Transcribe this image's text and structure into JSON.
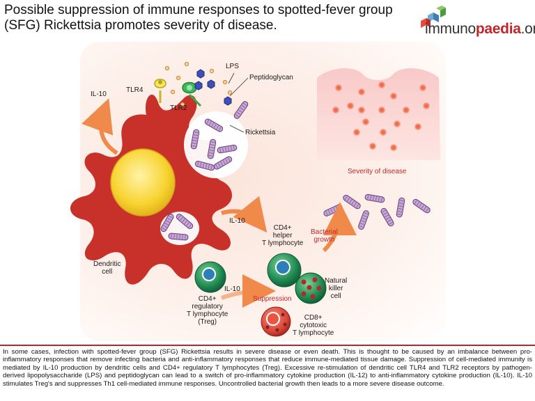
{
  "title": "Possible suppression of immune responses to spotted-fever group (SFG) Rickettsia promotes severity of disease.",
  "logo": {
    "prefix": "immuno",
    "accent": "paedia",
    "suffix": ".org"
  },
  "labels": {
    "il10_top": "IL-10",
    "tlr4": "TLR4",
    "tlr2": "TLR2",
    "lps": "LPS",
    "peptidoglycan": "Peptidoglycan",
    "rickettsia": "Rickettsia",
    "severity": "Severity of disease",
    "il10_mid": "IL-10",
    "cd4_helper": [
      "CD4+",
      "helper",
      "T lymphocyte"
    ],
    "bacterial_growth": [
      "Bacterial",
      "growth"
    ],
    "dendritic_cell": [
      "Dendritic",
      "cell"
    ],
    "nk_cell": [
      "Natural",
      "killer",
      "cell"
    ],
    "il10_low": "IL-10",
    "suppression": "Suppression",
    "treg": [
      "CD4+",
      "regulatory",
      "T lymphocyte",
      "(Treg)"
    ],
    "cd8": [
      "CD8+",
      "cytotoxic",
      "T lymphocyte"
    ]
  },
  "caption": "In some cases, infection with spotted-fever group (SFG) Rickettsia results in severe disease or even death. This is thought to be caused by an imbalance between pro-inflammatory responses that remove infecting bacteria and anti-inflammatory responses that reduce immune-mediated tissue damage. Suppression of cell-mediated immunity is mediated by IL-10 production by dendritic cells and CD4+ regulatory T lymphocytes (Treg). Excessive re-stimulation of dendritic cell TLR4 and TLR2 receptors by pathogen-derived lipopolysaccharide (LPS) and peptidoglycan can lead to a switch of pro-inflammatory cytokine production (IL-12) to anti-inflammatory cytokine production (IL-10). IL-10 stimulates Treg's and suppresses Th1 cell-mediated immune responses. Uncontrolled bacterial growth then leads to a more severe disease outcome.",
  "colors": {
    "dendritic": "#c8302a",
    "nucleus": "#f8d431",
    "arrow": "#ef8a4b",
    "accent_red": "#c0272d",
    "green_cell": "#1f8a52",
    "rickettsia": "#c9a6d6"
  },
  "icons": [
    "immunopaedia-logo-icon",
    "tlr4-receptor-icon",
    "tlr2-receptor-icon",
    "lps-molecule-icon",
    "peptidoglycan-molecule-icon",
    "rickettsia-bacterium-icon",
    "human-torso-rash-icon"
  ]
}
